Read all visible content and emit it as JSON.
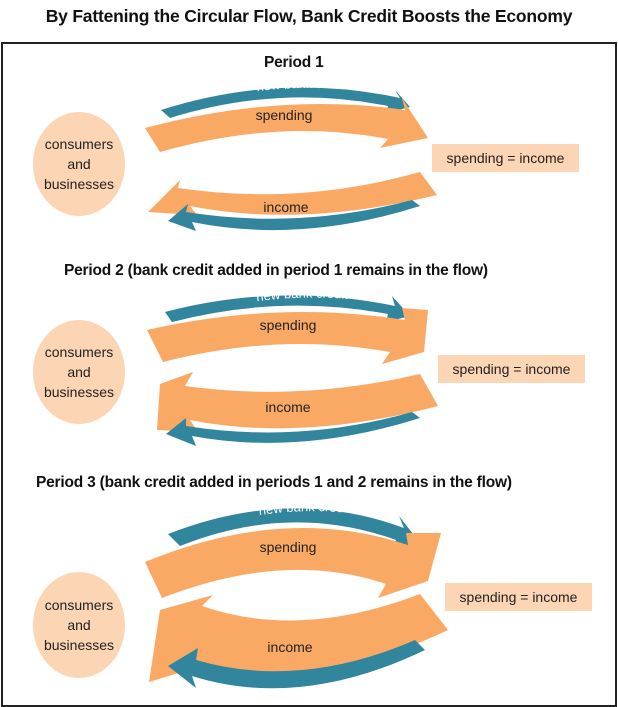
{
  "title": "By Fattening the Circular Flow, Bank Credit Boosts the Economy",
  "colors": {
    "credit_arrow": "#31859c",
    "flow_arrow": "#f9a964",
    "agent_fill": "#fcd5b5",
    "equation_fill": "#fcd5b5"
  },
  "periods": [
    {
      "heading": "Period 1",
      "agent_lines": [
        "consumers",
        "and",
        "businesses"
      ],
      "spending_label": "spending",
      "income_label": "income",
      "credit_label": "new bank credit",
      "equation": "spending = income",
      "relative_flow_size": "thin"
    },
    {
      "heading": "Period 2 (bank credit added in period 1 remains in the flow)",
      "agent_lines": [
        "consumers",
        "and",
        "businesses"
      ],
      "spending_label": "spending",
      "income_label": "income",
      "credit_label": "new bank credit",
      "equation": "spending = income",
      "relative_flow_size": "medium"
    },
    {
      "heading": "Period 3 (bank credit added in periods 1 and 2 remains in the flow)",
      "agent_lines": [
        "consumers",
        "and",
        "businesses"
      ],
      "spending_label": "spending",
      "income_label": "income",
      "credit_label": "new bank credit",
      "equation": "spending = income",
      "relative_flow_size": "thick"
    }
  ]
}
